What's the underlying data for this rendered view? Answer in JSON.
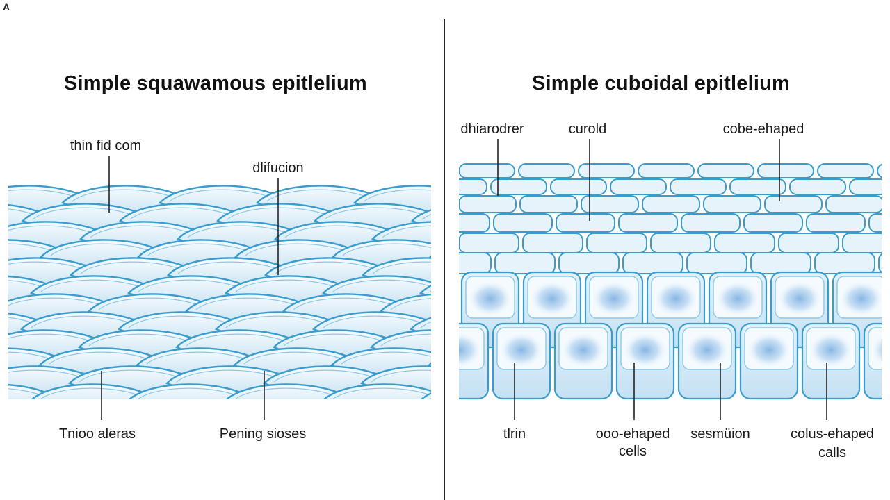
{
  "corner_mark": "A",
  "panels": {
    "left": {
      "title": "Simple squawamous epitlelium",
      "labels": {
        "top_left": "thin fid com",
        "top_right": "dlifucion",
        "bottom_left": "Tnioo aleras",
        "bottom_right": "Pening sioses"
      }
    },
    "right": {
      "title": "Simple cuboidal epitlelium",
      "labels": {
        "top_1": "dhiarodrer",
        "top_2": "curold",
        "top_3": "cobe-ehaped",
        "bottom_1": "tlrin",
        "bottom_2_line1": "ooo-ehaped",
        "bottom_2_line2": "cells",
        "bottom_3": "sesmüion",
        "bottom_4_line1": "colus-ehaped",
        "bottom_4_line2": "calls"
      }
    }
  },
  "colors": {
    "cell_outline": "#3a9ccc",
    "cell_fill_light": "#eaf5fb",
    "cell_fill_mid": "#bfe0f1",
    "nucleus": "#6da3da",
    "leader_line": "#222222"
  }
}
